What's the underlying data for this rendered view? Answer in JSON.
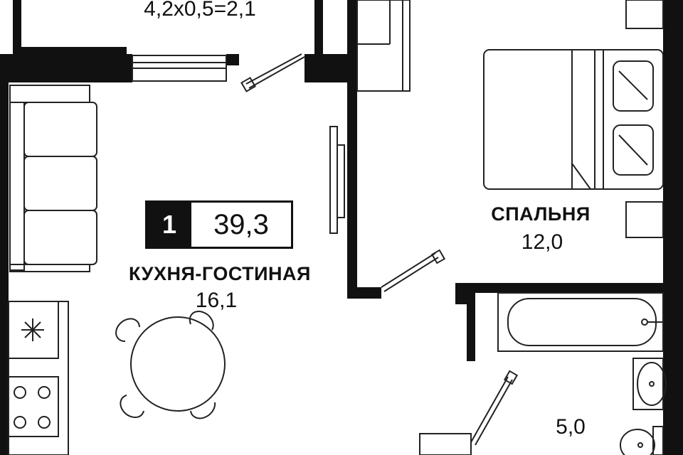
{
  "plan": {
    "balcony_area": "4,2x0,5=2,1",
    "apartment": {
      "rooms": "1",
      "total_area": "39,3"
    },
    "rooms": [
      {
        "name": "КУХНЯ-ГОСТИНАЯ",
        "area": "16,1"
      },
      {
        "name": "СПАЛЬНЯ",
        "area": "12,0"
      },
      {
        "name": "",
        "area": "5,0"
      }
    ]
  },
  "colors": {
    "walls": "#111111",
    "lines": "#222222",
    "background": "#ffffff"
  }
}
